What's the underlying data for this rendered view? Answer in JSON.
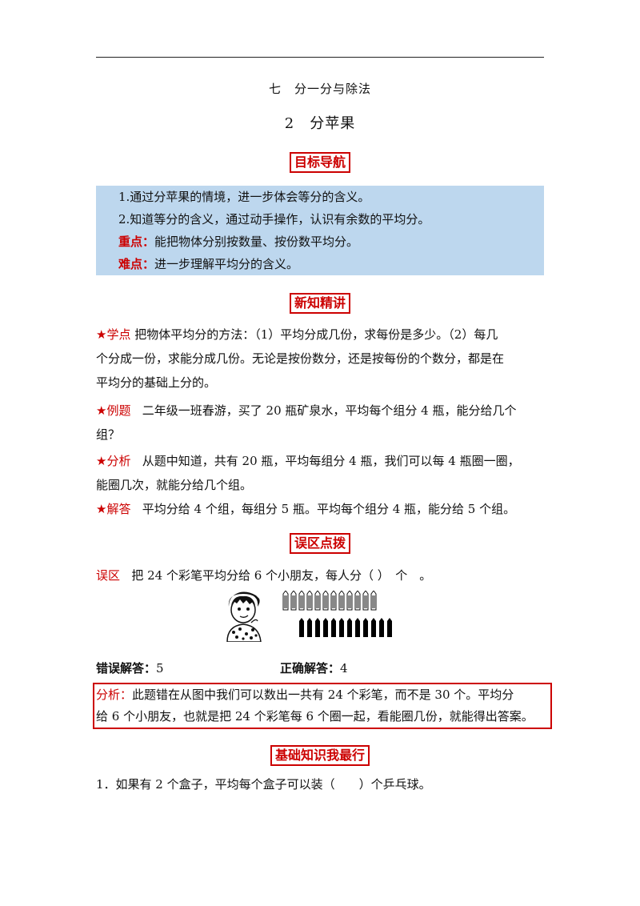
{
  "header": {
    "chapter": "七　分一分与除法",
    "lesson": "2　分苹果"
  },
  "sections": {
    "goal_title": "目标导航",
    "new_title": "新知精讲",
    "mistake_title": "误区点拨",
    "basic_title": "基础知识我最行"
  },
  "goals": {
    "line1": "1.通过分苹果的情境，进一步体会等分的含义。",
    "line2": "2.知道等分的含义，通过动手操作，认识有余数的平均分。",
    "key_label": "重点：",
    "key_text": "能把物体分别按数量、按份数平均分。",
    "hard_label": "难点：",
    "hard_text": "进一步理解平均分的含义。"
  },
  "knowledge": {
    "star": "★",
    "point_label": "学点",
    "point_line1": "把物体平均分的方法：（1）平均分成几份，求每份是多少。（2）每几",
    "point_line2": "个分成一份，求能分成几份。无论是按份数分，还是按每份的个数分，都是在",
    "point_line3": "平均分的基础上分的。",
    "example_label": "例题",
    "example_line1": "二年级一班春游，买了 20 瓶矿泉水，平均每个组分 4 瓶，能分给几个",
    "example_line2": "组？",
    "analysis_label": "分析",
    "analysis_line1": "从题中知道，共有 20 瓶，平均每组分 4 瓶，我们可以每 4 瓶圈一圈，",
    "analysis_line2": "能圈几次，就能分给几个组。",
    "answer_label": "解答",
    "answer_line1": "平均分给 4 个组，每组分 5 瓶。平均每个组分 4 瓶，能分给 5 个组。"
  },
  "mistake": {
    "label": "误区",
    "question": "把 24 个彩笔平均分给 6 个小朋友，每人分（ ）　个　。",
    "wrong_label": "错误解答：",
    "wrong_value": "5",
    "right_label": "正确解答：",
    "right_value": "4",
    "analysis_label": "分析：",
    "analysis_line1": "此题错在从图中我们可以数出一共有 24 个彩笔，而不是 30 个。平均分",
    "analysis_line2": "给 6 个小朋友，也就是把 24 个彩笔每 6 个圈一起，看能圈几份，就能得出答案。"
  },
  "basic": {
    "q1": "1．如果有 2 个盒子，平均每个盒子可以装（　　）个乒乓球。"
  },
  "colors": {
    "accent_red": "#cc0000",
    "goal_bg": "#bdd7ee"
  }
}
